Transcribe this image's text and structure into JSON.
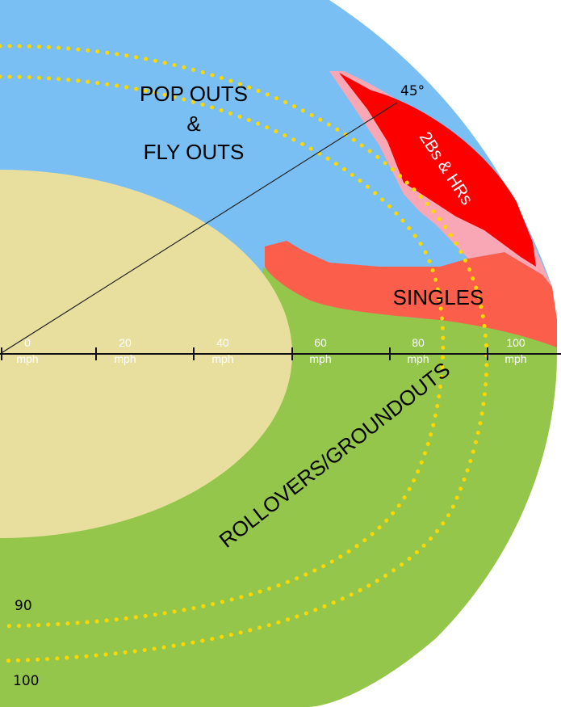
{
  "regions": {
    "popouts_line1": "POP OUTS",
    "popouts_line2": "&",
    "popouts_line3": "FLY OUTS",
    "hits": "2Bs & HRs",
    "singles": "SINGLES",
    "groundouts": "ROLLOVERS/GROUNDOUTS"
  },
  "angle_label": "45°",
  "speed_ticks": [
    {
      "value": "0",
      "unit": "mph"
    },
    {
      "value": "20",
      "unit": "mph"
    },
    {
      "value": "40",
      "unit": "mph"
    },
    {
      "value": "60",
      "unit": "mph"
    },
    {
      "value": "80",
      "unit": "mph"
    },
    {
      "value": "100",
      "unit": "mph"
    }
  ],
  "ring_labels": [
    "90",
    "100"
  ],
  "colors": {
    "fly_outs": "#7abff3",
    "groundouts": "#95c64c",
    "slow_core": "#e8df9f",
    "singles": "#fb5f4b",
    "hits": "#fc0000",
    "hits_border": "#f9a7b5",
    "dots": "#fcd700"
  }
}
